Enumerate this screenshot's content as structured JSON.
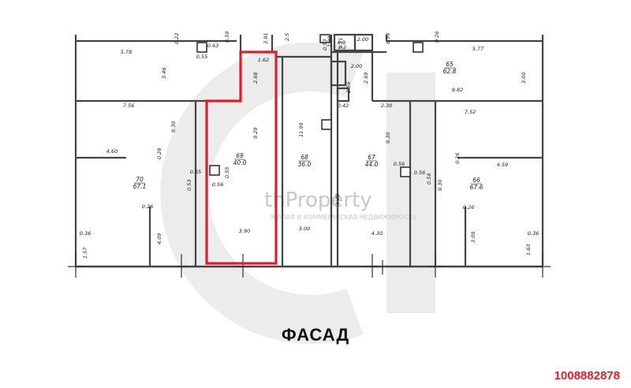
{
  "caption": "ФАСАД",
  "listing_id": "1008882878",
  "watermark": {
    "brand": "thProperty",
    "tagline": "ЖИЛАЯ И КОММЕРЧЕСКАЯ НЕДВИЖИМОСТЬ"
  },
  "colors": {
    "highlight": "#d9202a",
    "walls": "#444444",
    "watermark": "#e9e9e9",
    "listing_id": "#e0202a"
  },
  "rooms": {
    "r69": {
      "num": "69",
      "area": "40.0"
    },
    "r68": {
      "num": "68",
      "area": "36.0"
    },
    "r67": {
      "num": "67",
      "area": "44.0"
    },
    "r66": {
      "num": "66",
      "area": "67.6"
    },
    "r70": {
      "num": "70",
      "area": "67.1"
    },
    "r65": {
      "num": "65",
      "area": "62.8"
    }
  },
  "dims": {
    "d578": "5.78",
    "d022": "0.22",
    "d055a": "0.55",
    "d063": "0.63",
    "d659a": "6.59",
    "d391": "3.91",
    "d25": "2.5",
    "d122": "1.22",
    "d053a": "0.53",
    "d200a": "2.00",
    "d89": "8.9",
    "d111": "1.11",
    "d22": "2.2",
    "d659b": "6.59",
    "d026a": "0.26",
    "d577": "5.77",
    "d346": "3.46",
    "d162": "1.62",
    "d268": "2.68",
    "d200b": "2.00",
    "d256": "2.56",
    "d269": "2.69",
    "d982": "9.82",
    "d300a": "3.00",
    "d756": "7.56",
    "d930a": "9.30",
    "d1199": "11.99",
    "d042": "0.42",
    "d230": "2.30",
    "d752": "7.52",
    "d929": "9.29",
    "d930b": "9.30",
    "d460": "4.60",
    "d026b": "0.26",
    "d026c": "0.26",
    "d459": "4.59",
    "d065": "0.65",
    "d055b": "0.55",
    "d053b": "0.53",
    "d056a": "0.56",
    "d056b": "0.56",
    "d056c": "0.56",
    "d059": "0.59",
    "d930c": "9.30",
    "d120": "1.20",
    "d026d": "0.26",
    "d026e": "0.26",
    "d036a": "0.36",
    "d409": "4.09",
    "d390": "3.90",
    "d300b": "3.00",
    "d430": "4.30",
    "d309": "3.09",
    "d036b": "0.36",
    "d157": "1.57",
    "d163": "1.63"
  }
}
